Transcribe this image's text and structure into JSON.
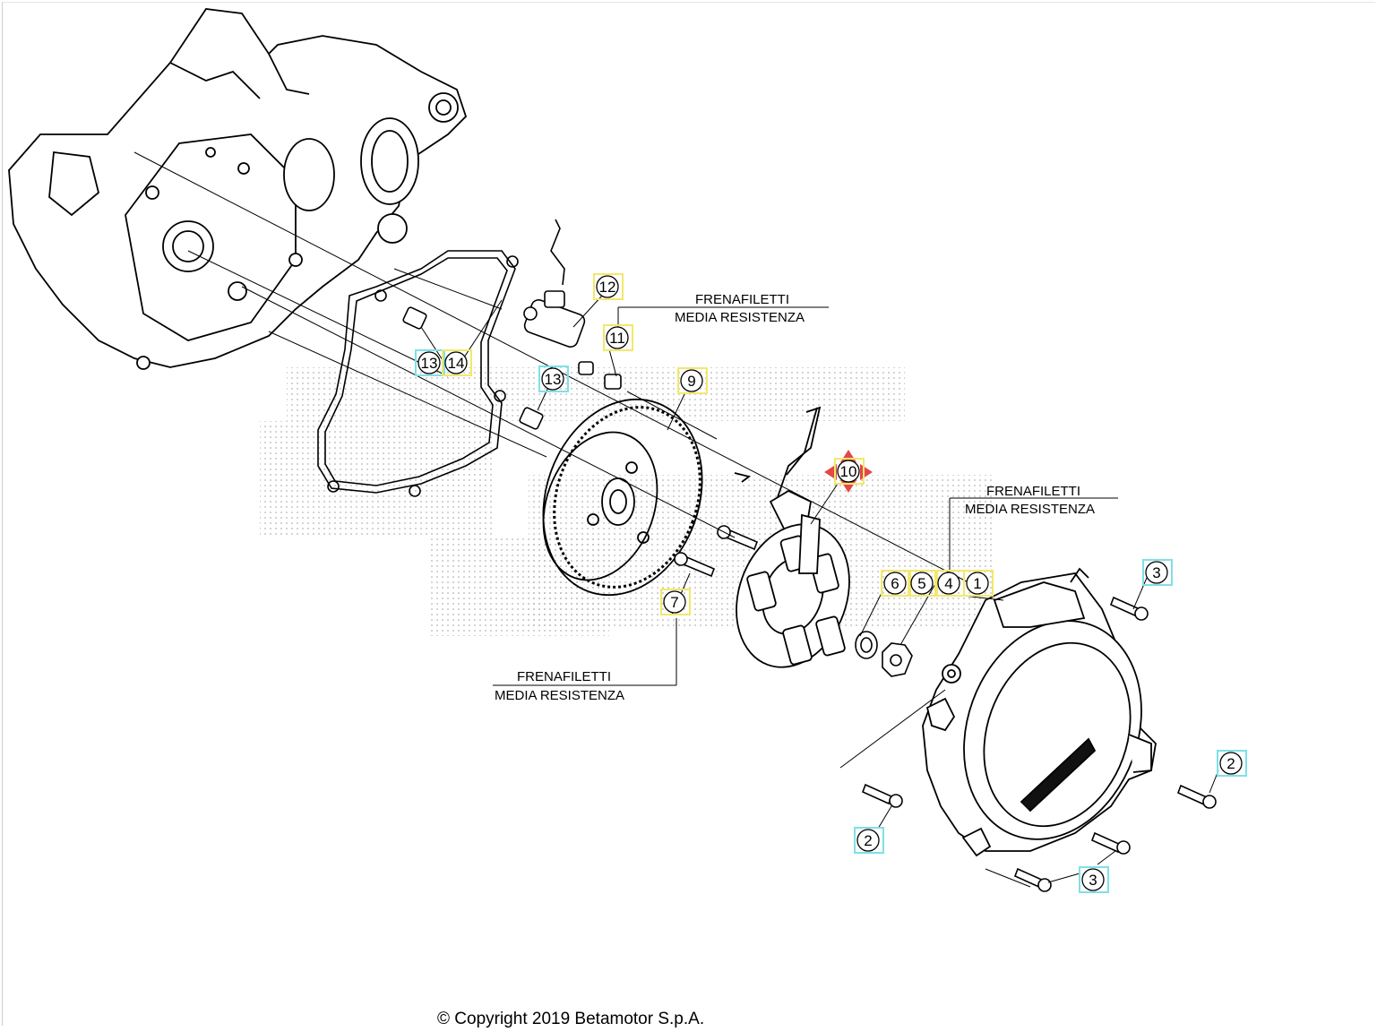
{
  "diagram": {
    "callouts": [
      {
        "id": "12",
        "label": "12",
        "color": "#f2e86a"
      },
      {
        "id": "11",
        "label": "11",
        "color": "#f2e86a"
      },
      {
        "id": "13a",
        "label": "13",
        "color": "#7fe0e6"
      },
      {
        "id": "14",
        "label": "14",
        "color": "#f2e86a"
      },
      {
        "id": "13b",
        "label": "13",
        "color": "#7fe0e6"
      },
      {
        "id": "9",
        "label": "9",
        "color": "#f2e86a"
      },
      {
        "id": "10",
        "label": "10",
        "color": "#f2e86a"
      },
      {
        "id": "7",
        "label": "7",
        "color": "#f2e86a"
      },
      {
        "id": "6",
        "label": "6",
        "color": "#f2e86a"
      },
      {
        "id": "5",
        "label": "5",
        "color": "#f2e86a"
      },
      {
        "id": "4",
        "label": "4",
        "color": "#f2e86a"
      },
      {
        "id": "1",
        "label": "1",
        "color": "#f2e86a"
      },
      {
        "id": "3a",
        "label": "3",
        "color": "#7fe0e6"
      },
      {
        "id": "2a",
        "label": "2",
        "color": "#7fe0e6"
      },
      {
        "id": "2b",
        "label": "2",
        "color": "#7fe0e6"
      },
      {
        "id": "3b",
        "label": "3",
        "color": "#7fe0e6"
      }
    ],
    "notes": [
      {
        "line1": "FRENAFILETTI",
        "line2": "MEDIA RESISTENZA"
      },
      {
        "line1": "FRENAFILETTI",
        "line2": "MEDIA RESISTENZA"
      },
      {
        "line1": "FRENAFILETTI",
        "line2": "MEDIA RESISTENZA"
      }
    ],
    "highlight_color": "#e34848"
  },
  "footer": {
    "copyright": "© Copyright 2019 Betamotor S.p.A."
  }
}
